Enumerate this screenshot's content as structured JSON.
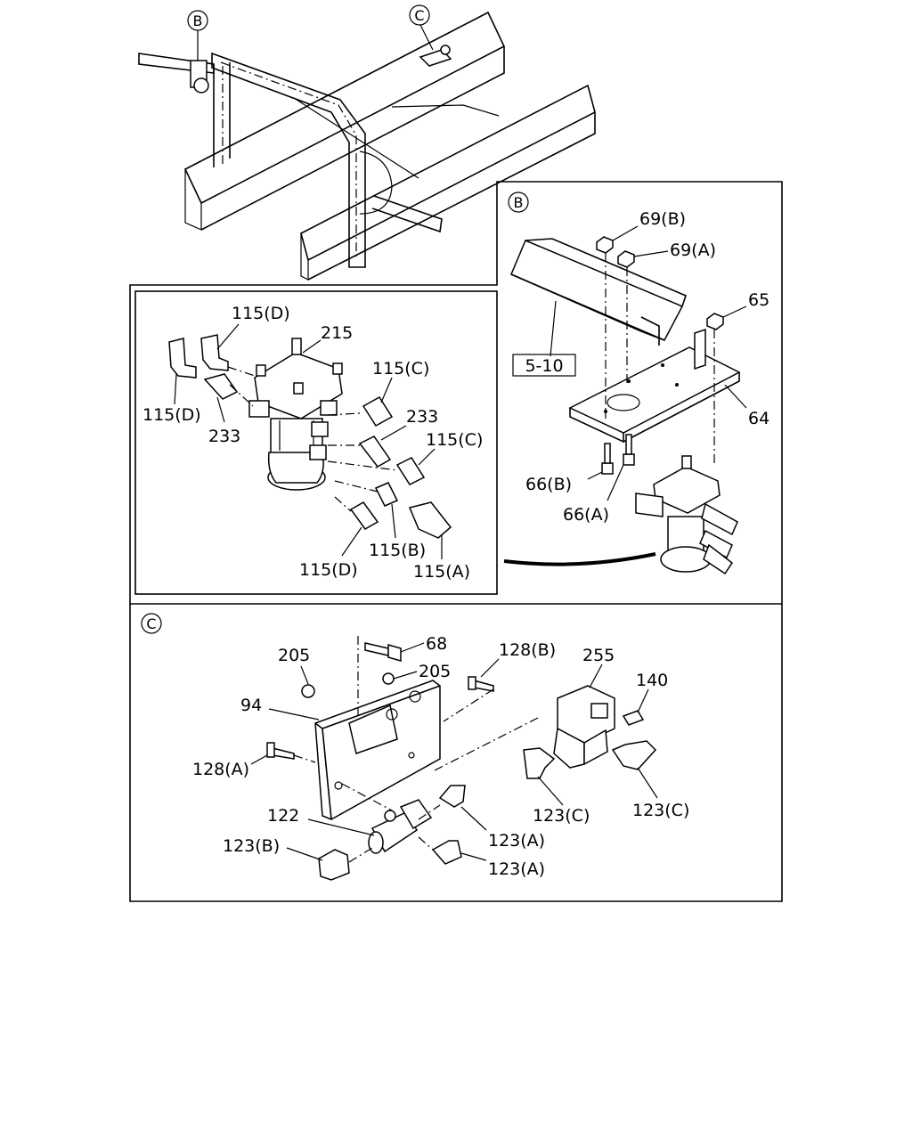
{
  "diagram": {
    "overview": {
      "callouts": [
        {
          "key": "ov-b",
          "text": "B"
        },
        {
          "key": "ov-c",
          "text": "C"
        }
      ]
    },
    "detail_b": {
      "marker": "B",
      "labels": {
        "nut_69b": "69(B)",
        "nut_69a": "69(A)",
        "nut_65": "65",
        "bracket_64": "64",
        "bolt_66b": "66(B)",
        "bolt_66a": "66(A)",
        "ref_5_10": "5-10"
      }
    },
    "detail_valve": {
      "labels": {
        "fit_115d_top": "115(D)",
        "valve_215": "215",
        "cap_115c_top": "115(C)",
        "fit_115d_left": "115(D)",
        "nip_233_left": "233",
        "nip_233_right": "233",
        "cap_115c_right": "115(C)",
        "fit_115b": "115(B)",
        "fit_115a": "115(A)",
        "cap_115d_bottom": "115(D)"
      }
    },
    "detail_c": {
      "marker": "C",
      "labels": {
        "nut_205_left": "205",
        "bolt_68": "68",
        "nut_205_right": "205",
        "bolt_128b": "128(B)",
        "valve_255": "255",
        "plug_140": "140",
        "bracket_94": "94",
        "bolt_128a": "128(A)",
        "elbow_123c_left": "123(C)",
        "elbow_123c_right": "123(C)",
        "fit_122": "122",
        "elbow_123a_top": "123(A)",
        "tee_123b": "123(B)",
        "elbow_123a_bottom": "123(A)"
      }
    }
  }
}
